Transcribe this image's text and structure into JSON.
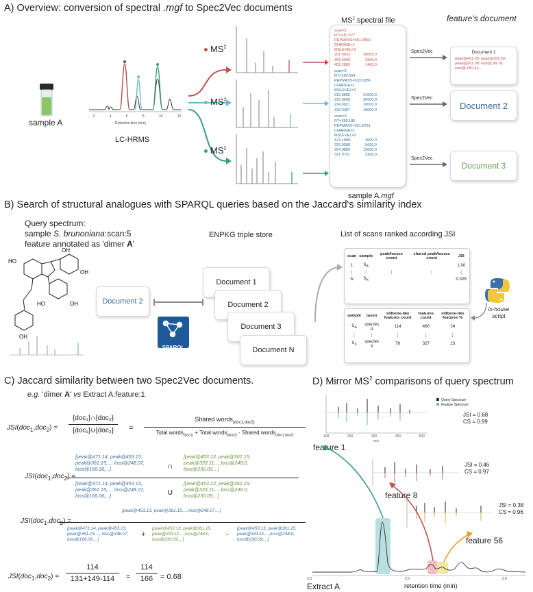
{
  "section_a": {
    "title_prefix": "A)  Overview: conversion of spectral ",
    "title_ext": ".mgf",
    "title_suffix": " to Spec2Vec documents",
    "sample_label": "sample A",
    "lcms_label": "LC-HRMS",
    "axis_title": "Retention time (min)",
    "axis_ticks": [
      "2",
      "4",
      "6",
      "8",
      "10",
      "12"
    ],
    "ms2_label": "MS",
    "ms2_sup": "2",
    "file_title": "MS",
    "file_title_sup": "2",
    "file_title_rest": " spectral file",
    "file_caption": "sample A.",
    "file_caption_ext": "mgf",
    "feature_doc_title": "feature's document",
    "spec2vec": "Spec2Vec",
    "scans": [
      {
        "header": [
          "scan=1",
          "RT=187.677",
          "PEPMASS=451.2869",
          "CHARGE=1",
          "MSLEVEL=2"
        ],
        "ions": [
          [
            "201.0923",
            "28000.0"
          ],
          [
            "351.5036",
            "2900.0"
          ],
          [
            "451.2869",
            "1400.0"
          ]
        ]
      },
      {
        "header": [
          "scan=2",
          "RT=190.564",
          "PEPMASS=333.0286",
          "CHARGE=1",
          "MSLEVEL=2"
        ],
        "ions": [
          [
            "212.9855",
            "21000.0"
          ],
          [
            "226.9699",
            "30000.0"
          ],
          [
            "234.9921",
            "10000.0"
          ],
          [
            "333.0287",
            "18000.0"
          ]
        ]
      },
      {
        "header": [
          "scan=3",
          "RT=250.185",
          "PEPMASS=321.9791",
          "CHARGE=1",
          "MSLEVEL=2"
        ],
        "ions": [
          [
            "123.1899",
            "3000.0"
          ],
          [
            "226.9588",
            "5600.0"
          ],
          [
            "304.0889",
            "13000.0"
          ],
          [
            "321.9791",
            "3200.0"
          ]
        ]
      }
    ],
    "documents": [
      {
        "title": "Document 1",
        "words": [
          "peak@451.29, peak@351.50,",
          "peak@201.09, loss@ 99.78,",
          "loss@ 150.41,..."
        ]
      },
      {
        "title": "Document 2"
      },
      {
        "title": "Document 3"
      }
    ]
  },
  "section_b": {
    "title": "B)  Search of structural analogues with SPARQL queries based on the Jaccard's similarity index",
    "query_line1": "Query spectrum:",
    "query_line2_prefix": "sample ",
    "query_line2_species": "S. brunoniana",
    "query_line2_suffix": ":scan:5",
    "query_line3_prefix": "feature annotated as 'dimer ",
    "query_line3_bold": "A",
    "query_line3_suffix": "'",
    "oh_labels": [
      "HO",
      "OH",
      "OH",
      "HO",
      "OH",
      "OH"
    ],
    "query_doc": "Document 2",
    "store_title": "ENPKG triple store",
    "store_docs": [
      "Document 1",
      "Document 2",
      "Document 3",
      "Document N"
    ],
    "sparql_label": "SPARQL",
    "list_title": "List of scans ranked according JSI",
    "script_label_1": "in-house",
    "script_label_2": "script",
    "table1": {
      "headers": [
        "scan",
        "sample",
        "peak/losses count",
        "shared peak/losses count",
        "JSI"
      ],
      "rows": [
        [
          "1",
          "S",
          "A",
          "",
          "",
          "1.00"
        ],
        [
          "⋮",
          "⋮",
          "",
          "⋮",
          "⋮",
          "⋮"
        ],
        [
          "N",
          "S",
          "X",
          "",
          "",
          "0.025"
        ]
      ]
    },
    "table2": {
      "headers": [
        "sample",
        "taxon",
        "stilbene-like features count",
        "features count",
        "stilbene-like features %"
      ],
      "rows": [
        [
          "S",
          "A",
          "species A",
          "114",
          "466",
          "24"
        ],
        [
          "⋮",
          "",
          "⋮",
          "⋮",
          "⋮",
          "⋮"
        ],
        [
          "S",
          "X",
          "species X",
          "76",
          "327",
          "23"
        ]
      ]
    }
  },
  "section_c": {
    "title": "C)  Jaccard similarity between two Spec2Vec documents.",
    "eg_prefix": "e.g.",
    "eg_mid": " 'dimer ",
    "eg_bold": "A",
    "eg_suffix": "' ",
    "eg_vs": "vs",
    "eg_end": " Extract A:feature:1",
    "jsi": "JSI",
    "args": "(doc",
    "eq1_num": "{doc₁}∩{doc₂}",
    "eq1_den": "{doc₁}∪{doc₂}",
    "eq1_right_num": "Shared words",
    "eq1_right_num_sub": "(doc1,doc2)",
    "eq1_right_den": "Total words",
    "eq1_right_den_sub1": "(doc1)",
    "eq1_right_den_mid": " + Total words",
    "eq1_right_den_sub2": "(doc2)",
    "eq1_right_den_end": " - Shared words",
    "eq1_right_den_sub3": "(doc1,doc2)",
    "doc1_words": [
      "[peak@471.14, peak@453.13,",
      "peak@361.15,..., loss@248.07,",
      "loss@166.06,...]"
    ],
    "doc2_words": [
      "[peak@453.13, peak@361.15,",
      "peak@333.11,...,loss@248.0,",
      "loss@230.09,...]"
    ],
    "intersect": "∩",
    "union": "∪",
    "shared_words": "[peak@453.13, peak@361.15,...,loss@248.07,...]",
    "plus": "+",
    "minus": "-",
    "final_num": "114",
    "final_den": "131+149-114",
    "final_num2": "114",
    "final_den2": "166",
    "final_result": "= 0.68"
  },
  "section_d": {
    "title_prefix": "D)  Mirror MS",
    "title_sup": "2",
    "title_suffix": " comparisons of query spectrum",
    "legend": [
      "Query Spectrum",
      "Feature Spectrum"
    ],
    "mirror_axis_label": "m/z",
    "mirror1_ticks": [
      "100",
      "200",
      "300",
      "400",
      "500"
    ],
    "features": [
      {
        "name": "feature 1",
        "jsi": "JSI = 0.68",
        "cs": "CS = 0.99"
      },
      {
        "name": "feature 8",
        "jsi": "JSI = 0.46",
        "cs": "CS = 0.97"
      },
      {
        "name": "feature 56",
        "jsi": "JSI = 0.38",
        "cs": "CS = 0.96"
      }
    ],
    "chrom_ticks": [
      "2.0",
      "2.5",
      "3.0"
    ],
    "chrom_xlabel": "retention time (min)",
    "extract_label": "Extract A"
  },
  "colors": {
    "ms2_red": "#c0504d",
    "ms2_blue": "#6cb8c9",
    "ms2_teal": "#3a9a86",
    "doc_blue": "#3b6d9e",
    "doc_green": "#6a9a50"
  }
}
